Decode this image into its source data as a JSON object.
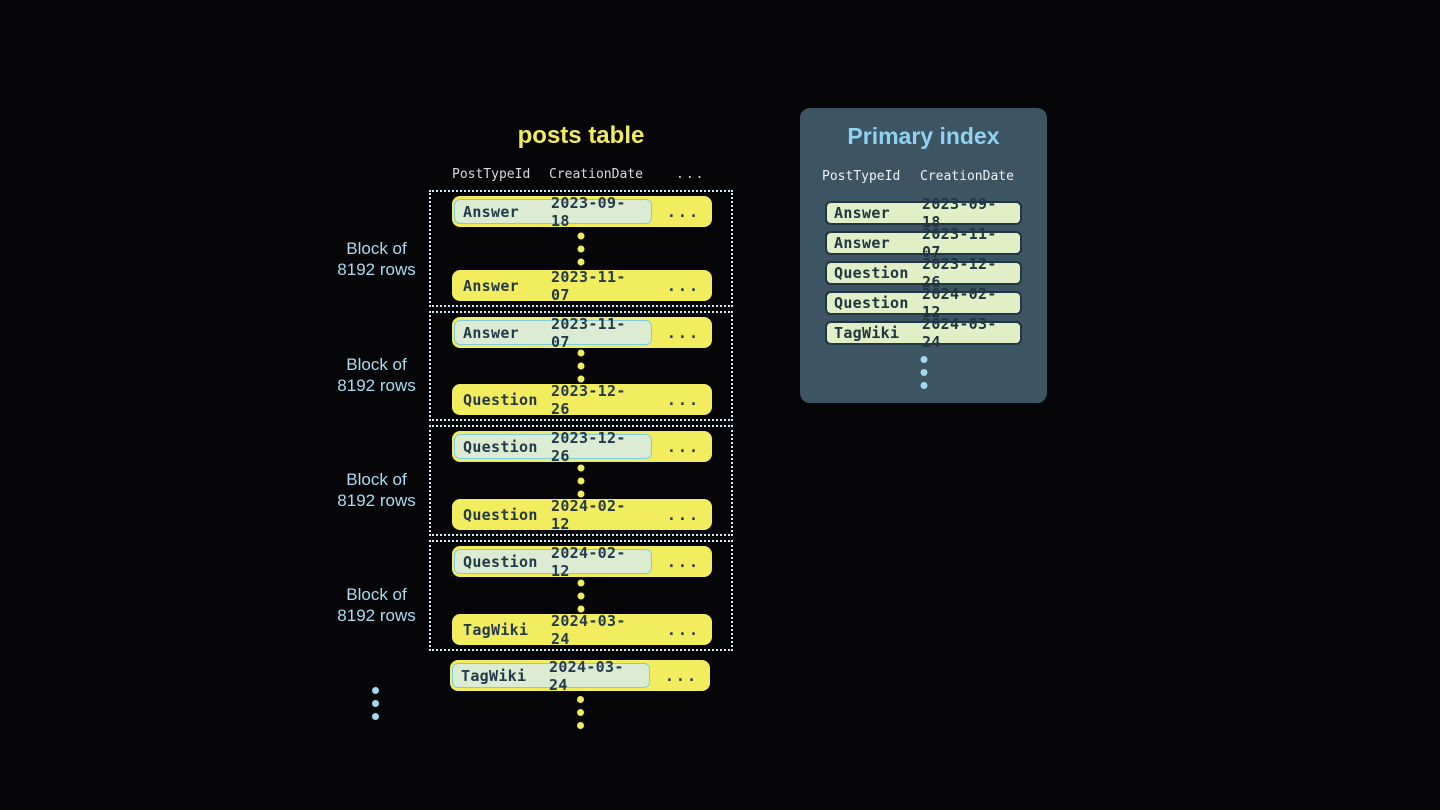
{
  "colors": {
    "background": "#060609",
    "row_yellow": "#f1ed5e",
    "row_text_navy": "#243a4b",
    "highlight_cell_bg": "#dcecd2",
    "highlight_cell_border": "#7ecbe8",
    "block_dotted_border": "#d3ecf6",
    "block_label_blue": "#a9dbf1",
    "panel_bg": "#3d5463",
    "panel_title_blue": "#8fd3f0",
    "index_pill_bg": "#e0efc5",
    "index_pill_text": "#203643",
    "column_header_gray": "#d8dadb",
    "blue_dots": "#a3d7ee"
  },
  "posts_table": {
    "title": "posts table",
    "columns": [
      "PostTypeId",
      "CreationDate",
      "..."
    ],
    "block_label": {
      "line1": "Block of",
      "line2": "8192 rows"
    },
    "blocks": [
      {
        "first_row": {
          "post_type": "Answer",
          "creation_date": "2023-09-18",
          "more": "...",
          "highlighted": true
        },
        "last_row": {
          "post_type": "Answer",
          "creation_date": "2023-11-07",
          "more": "...",
          "highlighted": false
        }
      },
      {
        "first_row": {
          "post_type": "Answer",
          "creation_date": "2023-11-07",
          "more": "...",
          "highlighted": true
        },
        "last_row": {
          "post_type": "Question",
          "creation_date": "2023-12-26",
          "more": "...",
          "highlighted": false
        }
      },
      {
        "first_row": {
          "post_type": "Question",
          "creation_date": "2023-12-26",
          "more": "...",
          "highlighted": true
        },
        "last_row": {
          "post_type": "Question",
          "creation_date": "2024-02-12",
          "more": "...",
          "highlighted": false
        }
      },
      {
        "first_row": {
          "post_type": "Question",
          "creation_date": "2024-02-12",
          "more": "...",
          "highlighted": true
        },
        "last_row": {
          "post_type": "TagWiki",
          "creation_date": "2024-03-24",
          "more": "...",
          "highlighted": false
        }
      }
    ],
    "trailing_row": {
      "post_type": "TagWiki",
      "creation_date": "2024-03-24",
      "more": "...",
      "highlighted": true
    }
  },
  "primary_index": {
    "title": "Primary index",
    "columns": [
      "PostTypeId",
      "CreationDate"
    ],
    "rows": [
      {
        "post_type": "Answer",
        "creation_date": "2023-09-18"
      },
      {
        "post_type": "Answer",
        "creation_date": "2023-11-07"
      },
      {
        "post_type": "Question",
        "creation_date": "2023-12-26"
      },
      {
        "post_type": "Question",
        "creation_date": "2024-02-12"
      },
      {
        "post_type": "TagWiki",
        "creation_date": "2024-03-24"
      }
    ]
  }
}
